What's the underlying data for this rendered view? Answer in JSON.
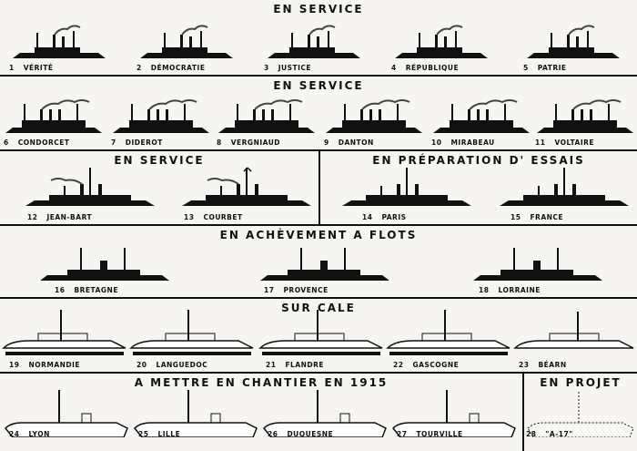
{
  "rows": [
    {
      "title": "EN SERVICE",
      "ships": [
        {
          "num": "1",
          "name": "VÉRITÉ"
        },
        {
          "num": "2",
          "name": "DÉMOCRATIE"
        },
        {
          "num": "3",
          "name": "JUSTICE"
        },
        {
          "num": "4",
          "name": "RÉPUBLIQUE"
        },
        {
          "num": "5",
          "name": "PATRIE"
        }
      ]
    },
    {
      "title": "EN SERVICE",
      "ships": [
        {
          "num": "6",
          "name": "CONDORCET"
        },
        {
          "num": "7",
          "name": "DIDEROT"
        },
        {
          "num": "8",
          "name": "VERGNIAUD"
        },
        {
          "num": "9",
          "name": "DANTON"
        },
        {
          "num": "10",
          "name": "MIRABEAU"
        },
        {
          "num": "11",
          "name": "VOLTAIRE"
        }
      ]
    },
    {
      "title": "EN SERVICE",
      "ships": [
        {
          "num": "12",
          "name": "JEAN-BART"
        },
        {
          "num": "13",
          "name": "COURBET"
        }
      ]
    },
    {
      "title": "EN PRÉPARATION D' ESSAIS",
      "ships": [
        {
          "num": "14",
          "name": "PARIS"
        },
        {
          "num": "15",
          "name": "FRANCE"
        }
      ]
    },
    {
      "title": "EN ACHÈVEMENT A FLOTS",
      "ships": [
        {
          "num": "16",
          "name": "BRETAGNE"
        },
        {
          "num": "17",
          "name": "PROVENCE"
        },
        {
          "num": "18",
          "name": "LORRAINE"
        }
      ]
    },
    {
      "title": "SUR CALE",
      "ships": [
        {
          "num": "19",
          "name": "NORMANDIE"
        },
        {
          "num": "20",
          "name": "LANGUEDOC"
        },
        {
          "num": "21",
          "name": "FLANDRE"
        },
        {
          "num": "22",
          "name": "GASCOGNE"
        },
        {
          "num": "23",
          "name": "BÉARN"
        }
      ]
    },
    {
      "title": "A METTRE EN CHANTIER EN 1915",
      "ships": [
        {
          "num": "24",
          "name": "LYON"
        },
        {
          "num": "25",
          "name": "LILLE"
        },
        {
          "num": "26",
          "name": "DUQUESNE"
        },
        {
          "num": "27",
          "name": "TOURVILLE"
        }
      ]
    },
    {
      "title": "EN PROJET",
      "ships": [
        {
          "num": "28",
          "name": "\"A-17\""
        }
      ]
    }
  ]
}
